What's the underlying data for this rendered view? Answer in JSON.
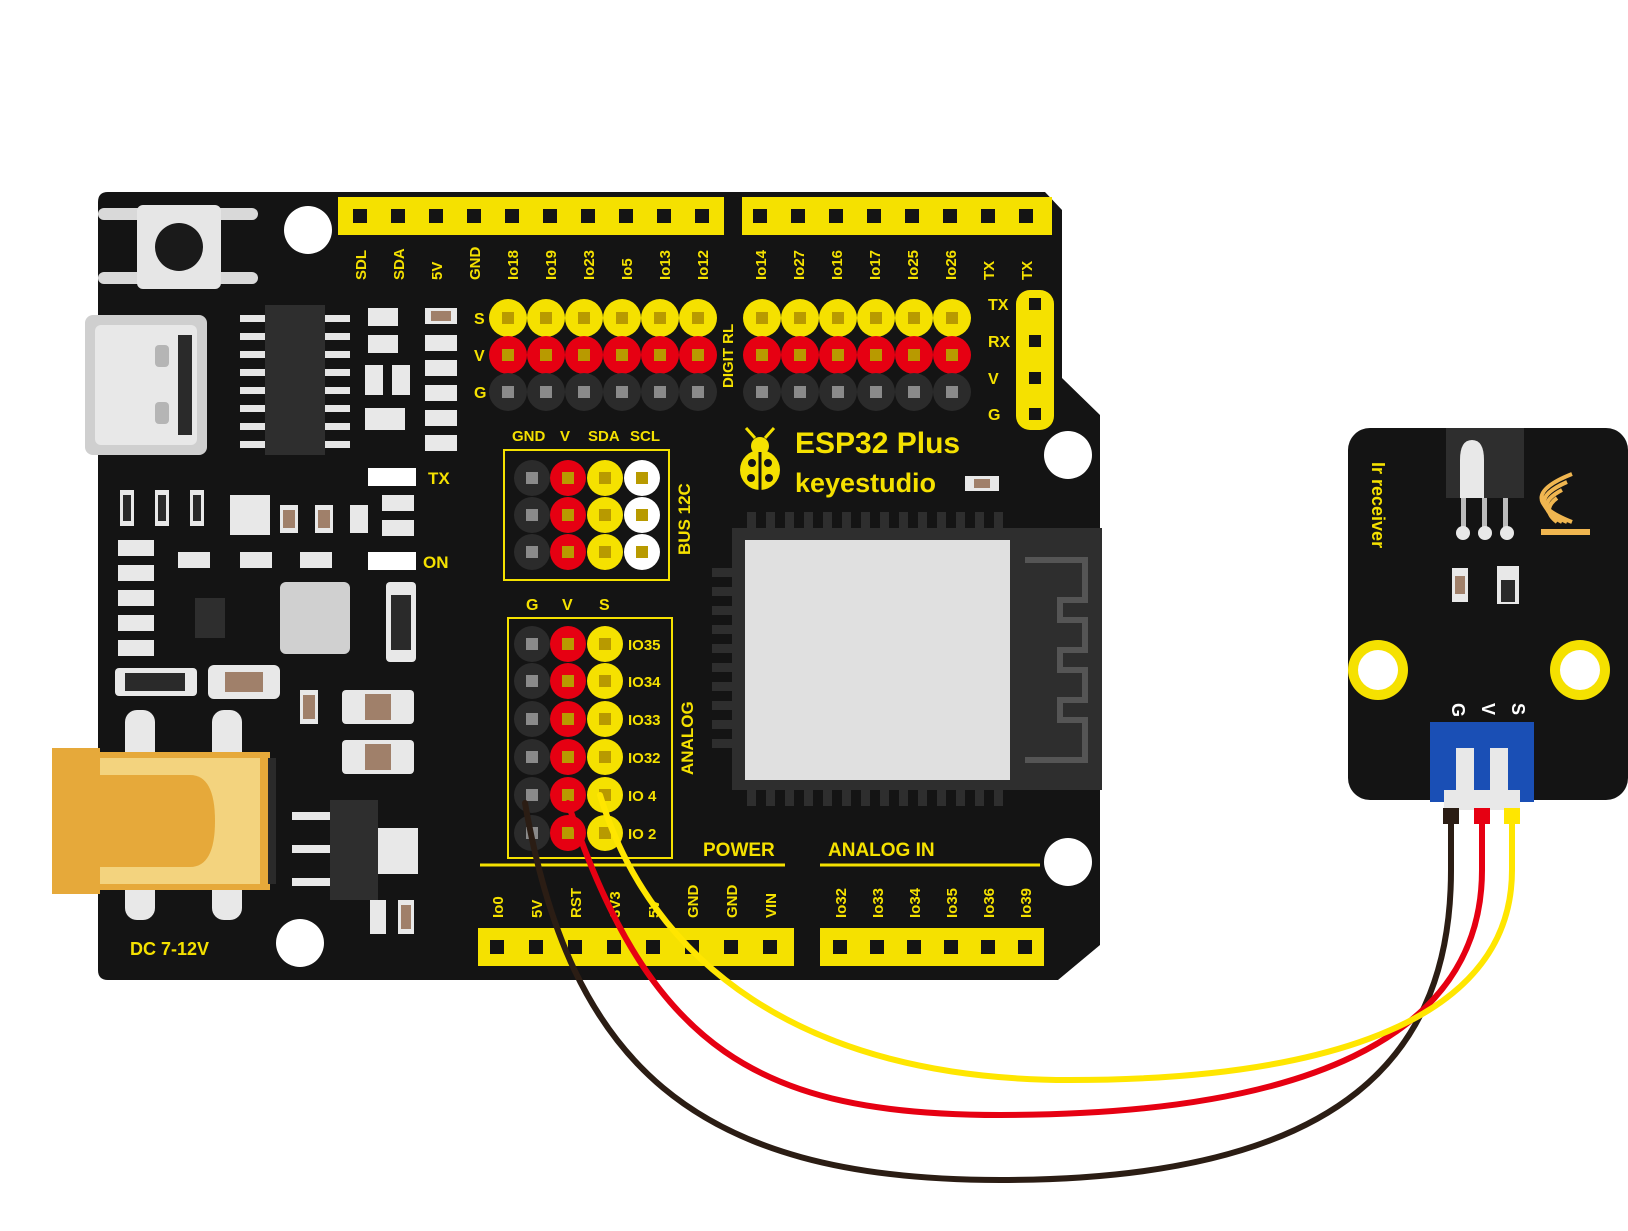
{
  "board": {
    "title": "ESP32 Plus",
    "brand": "keyestudio",
    "power_jack_label": "DC 7-12V",
    "tx_led_label": "TX",
    "on_led_label": "ON",
    "top_header_left": [
      "SDL",
      "SDA",
      "5V",
      "GND",
      "Io18",
      "Io19",
      "Io23",
      "Io5",
      "Io13",
      "Io12"
    ],
    "top_header_right": [
      "Io14",
      "Io27",
      "Io16",
      "Io17",
      "Io25",
      "Io26",
      "TX",
      "TX"
    ],
    "digit_rows": [
      "S",
      "V",
      "G"
    ],
    "digit_label": "DIGIT RL",
    "uart_labels": [
      "TX",
      "RX",
      "V",
      "G"
    ],
    "i2c_cols": [
      "GND",
      "V",
      "SDA",
      "SCL"
    ],
    "i2c_label": "BUS 12C",
    "analog_cols": [
      "G",
      "V",
      "S"
    ],
    "analog_rows": [
      "IO35",
      "IO34",
      "IO33",
      "IO32",
      "IO 4",
      "IO 2"
    ],
    "analog_label": "ANALOG",
    "power_label": "POWER",
    "analog_in_label": "ANALOG IN",
    "bottom_header_left": [
      "Io0",
      "5V",
      "RST",
      "3V3",
      "5V",
      "GND",
      "GND",
      "VIN"
    ],
    "bottom_header_right": [
      "Io32",
      "Io33",
      "Io34",
      "Io35",
      "Io36",
      "Io39"
    ]
  },
  "module": {
    "name": "Ir receiver",
    "pins": [
      "G",
      "V",
      "S"
    ]
  },
  "colors": {
    "board": "#141414",
    "header_yellow": "#f5e100",
    "header_red": "#e60012",
    "header_black": "#2b2b2b",
    "wire_black": "#2b1d14",
    "wire_red": "#e60012",
    "wire_yellow": "#ffe600",
    "connector_blue": "#1a4fb5",
    "jack_gold": "#f0b650"
  }
}
